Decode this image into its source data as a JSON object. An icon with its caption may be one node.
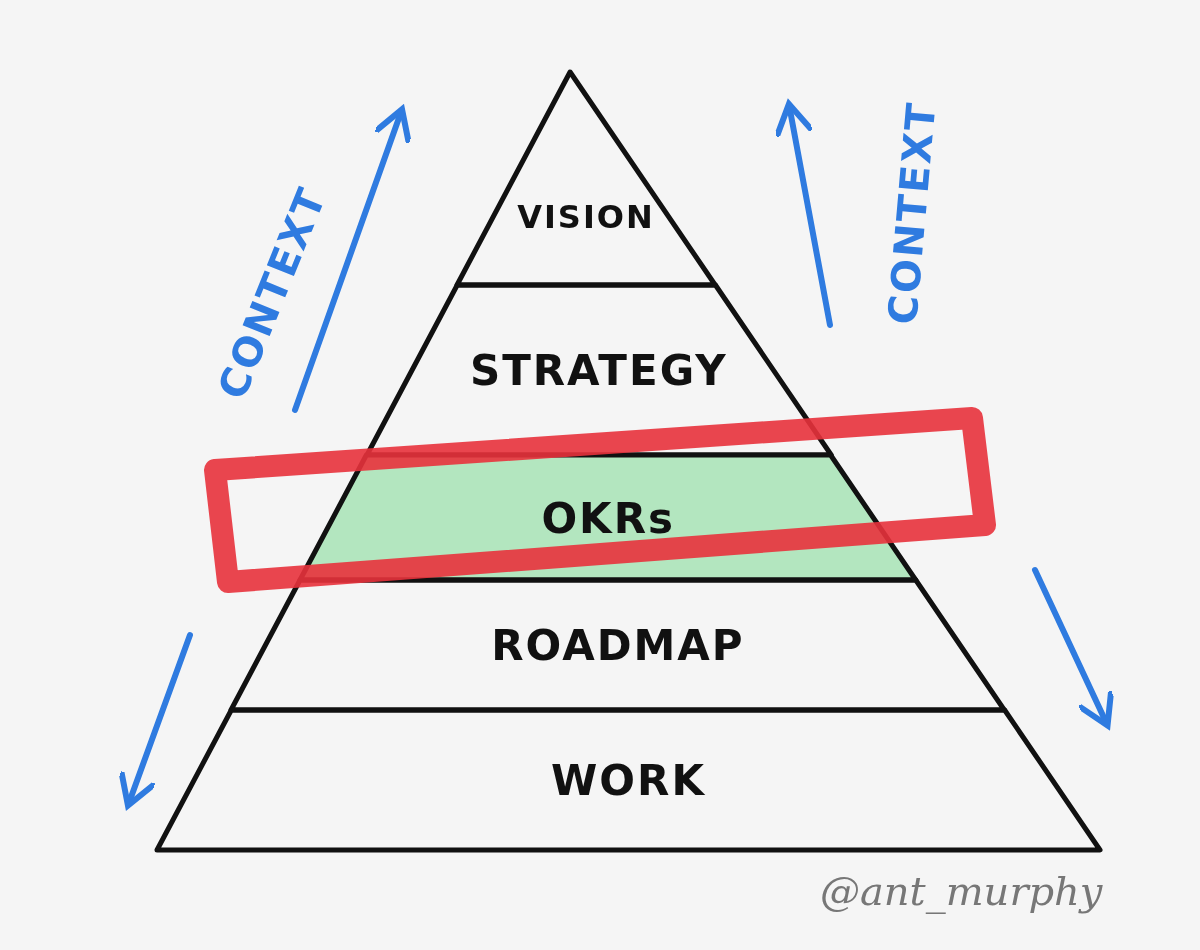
{
  "diagram": {
    "nodes": [
      {
        "text": [
          "VISION"
        ]
      },
      {
        "text": [
          "STRATEGY"
        ]
      },
      {
        "text": [
          "OKRs"
        ]
      },
      {
        "text": [
          "ROADMAP"
        ]
      },
      {
        "text": [
          "WORK"
        ]
      }
    ],
    "labels": [
      "CONTEXT",
      "CONTEXT",
      "@ant_murphy"
    ]
  }
}
